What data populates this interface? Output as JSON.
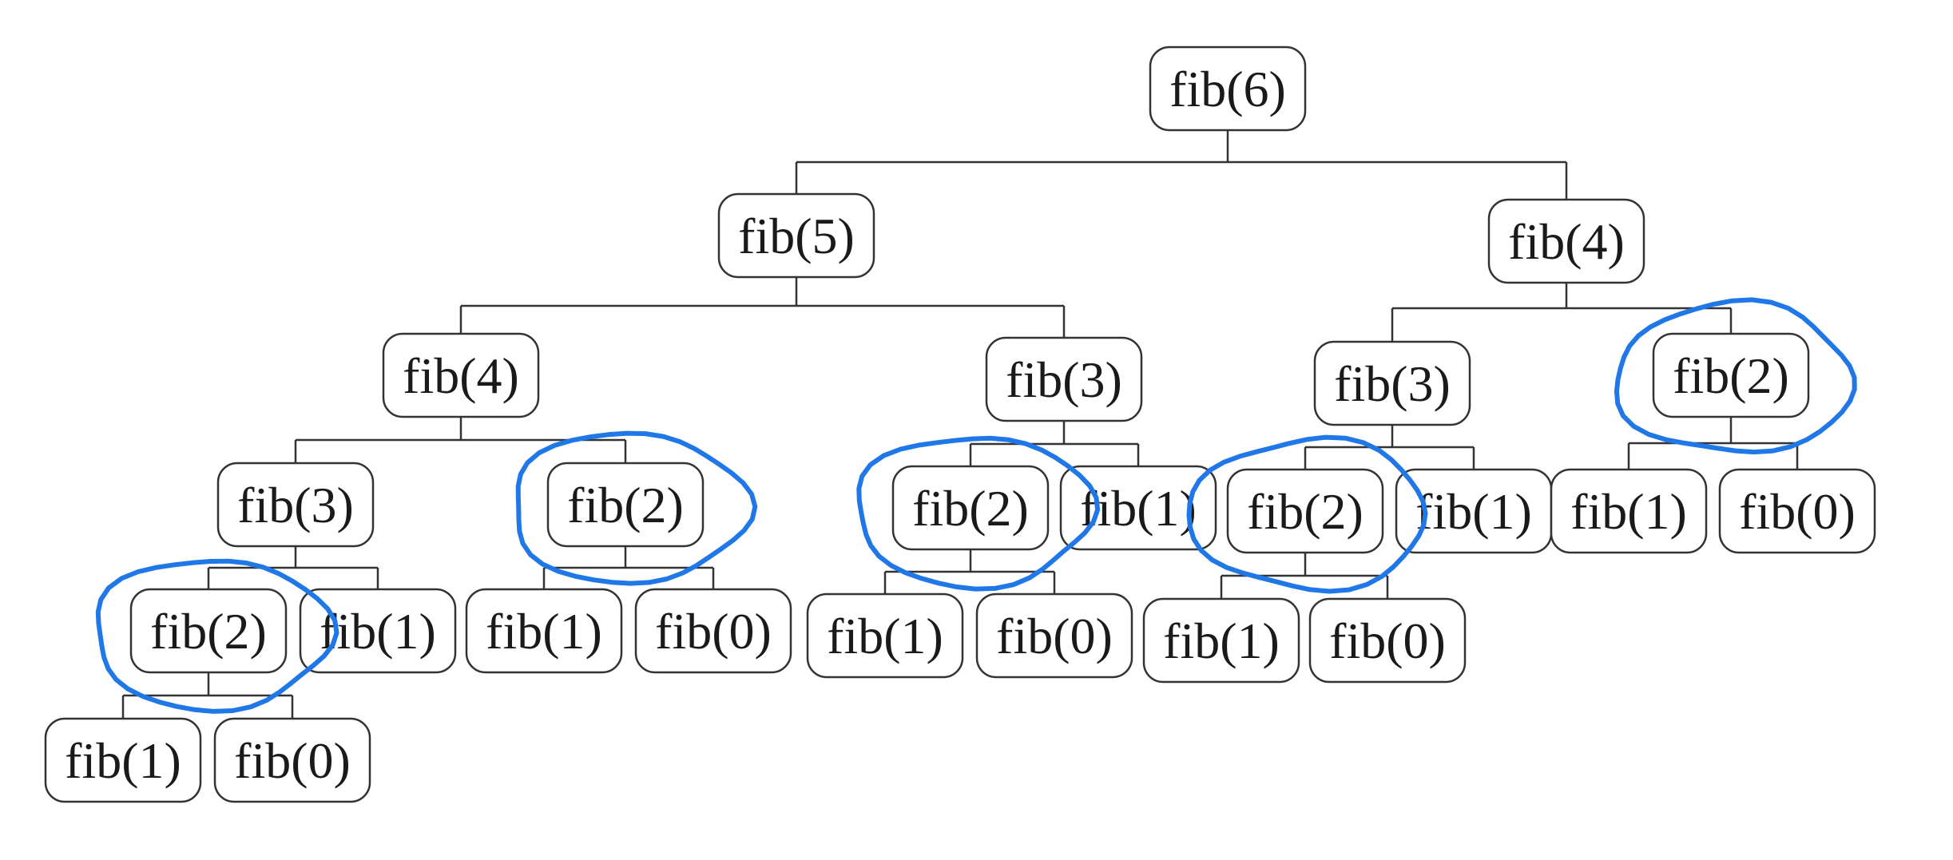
{
  "diagram": {
    "nodes": [
      {
        "id": "n0",
        "label": "fib(6)",
        "circled": false
      },
      {
        "id": "n1",
        "label": "fib(5)",
        "circled": false
      },
      {
        "id": "n2",
        "label": "fib(4)",
        "circled": false
      },
      {
        "id": "n3",
        "label": "fib(4)",
        "circled": false
      },
      {
        "id": "n4",
        "label": "fib(3)",
        "circled": false
      },
      {
        "id": "n5",
        "label": "fib(3)",
        "circled": false
      },
      {
        "id": "n6",
        "label": "fib(2)",
        "circled": true
      },
      {
        "id": "n7",
        "label": "fib(3)",
        "circled": false
      },
      {
        "id": "n8",
        "label": "fib(2)",
        "circled": true
      },
      {
        "id": "n9",
        "label": "fib(2)",
        "circled": true
      },
      {
        "id": "n10",
        "label": "fib(1)",
        "circled": false
      },
      {
        "id": "n11",
        "label": "fib(2)",
        "circled": true
      },
      {
        "id": "n12",
        "label": "fib(1)",
        "circled": false
      },
      {
        "id": "n13",
        "label": "fib(1)",
        "circled": false
      },
      {
        "id": "n14",
        "label": "fib(0)",
        "circled": false
      },
      {
        "id": "n15",
        "label": "fib(2)",
        "circled": true
      },
      {
        "id": "n16",
        "label": "fib(1)",
        "circled": false
      },
      {
        "id": "n17",
        "label": "fib(1)",
        "circled": false
      },
      {
        "id": "n18",
        "label": "fib(0)",
        "circled": false
      },
      {
        "id": "n19",
        "label": "fib(1)",
        "circled": false
      },
      {
        "id": "n20",
        "label": "fib(0)",
        "circled": false
      },
      {
        "id": "n21",
        "label": "fib(1)",
        "circled": false
      },
      {
        "id": "n22",
        "label": "fib(0)",
        "circled": false
      },
      {
        "id": "n23",
        "label": "fib(1)",
        "circled": false
      },
      {
        "id": "n24",
        "label": "fib(0)",
        "circled": false
      }
    ],
    "edges": [
      [
        "n0",
        "n1"
      ],
      [
        "n0",
        "n2"
      ],
      [
        "n1",
        "n3"
      ],
      [
        "n1",
        "n4"
      ],
      [
        "n2",
        "n5"
      ],
      [
        "n2",
        "n6"
      ],
      [
        "n3",
        "n7"
      ],
      [
        "n3",
        "n8"
      ],
      [
        "n4",
        "n9"
      ],
      [
        "n4",
        "n10"
      ],
      [
        "n5",
        "n11"
      ],
      [
        "n5",
        "n12"
      ],
      [
        "n6",
        "n13"
      ],
      [
        "n6",
        "n14"
      ],
      [
        "n7",
        "n15"
      ],
      [
        "n7",
        "n16"
      ],
      [
        "n8",
        "n17"
      ],
      [
        "n8",
        "n18"
      ],
      [
        "n9",
        "n19"
      ],
      [
        "n9",
        "n20"
      ],
      [
        "n11",
        "n21"
      ],
      [
        "n11",
        "n22"
      ],
      [
        "n15",
        "n23"
      ],
      [
        "n15",
        "n24"
      ]
    ],
    "colors": {
      "node_border": "#333333",
      "edge": "#333333",
      "text": "#1a1a1a",
      "annotation": "#1f77e8",
      "background": "#ffffff"
    }
  }
}
